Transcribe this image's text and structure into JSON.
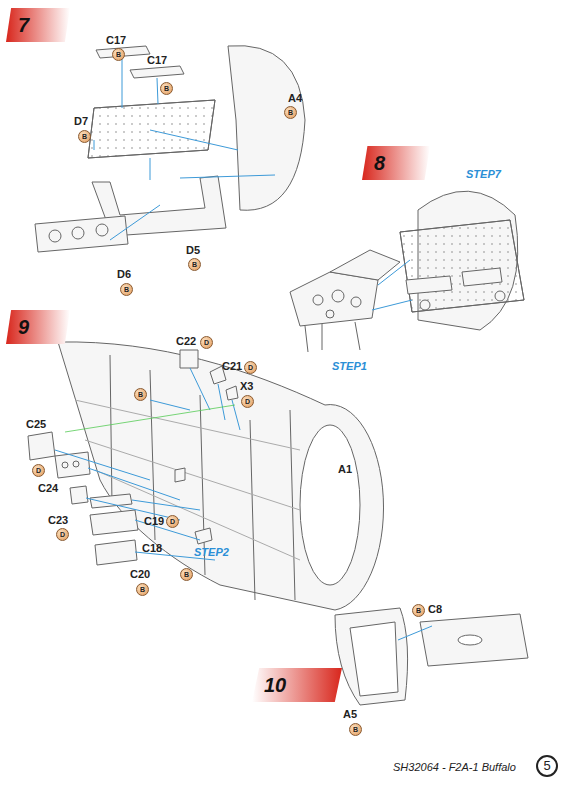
{
  "diagram": {
    "nodes": [
      {
        "text": [
          "7"
        ]
      },
      {
        "text": [
          "8"
        ]
      },
      {
        "text": [
          "9"
        ]
      },
      {
        "text": [
          "10"
        ]
      }
    ],
    "labels": [
      "C17",
      "B",
      "C17",
      "B",
      "D7",
      "B",
      "A4",
      "B",
      "D5",
      "B",
      "D6",
      "B",
      "STEP7",
      "STEP1",
      "C22",
      "D",
      "C21",
      "D",
      "X3",
      "D",
      "B",
      "C25",
      "D",
      "C24",
      "C23",
      "D",
      "C19",
      "D",
      "C18",
      "C20",
      "B",
      "B",
      "A1",
      "STEP2",
      "B",
      "C8",
      "A5",
      "B",
      "SH32064 - F2A-1 Buffalo",
      "5"
    ]
  }
}
